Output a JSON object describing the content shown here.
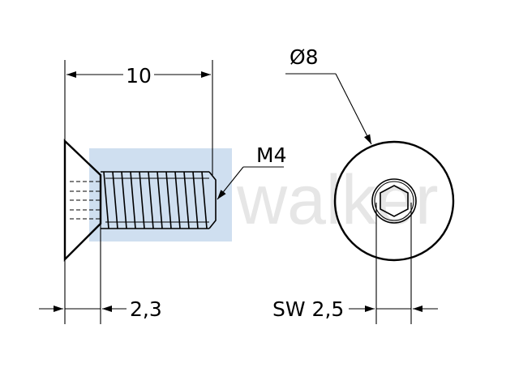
{
  "dimensions": {
    "length": "10",
    "thread": "M4",
    "head_height": "2,3",
    "head_diameter": "Ø8",
    "socket_size": "SW 2,5"
  },
  "watermark": {
    "text": "walker",
    "box_color": "#cfdff0",
    "text_color": "#e6e6e6"
  },
  "colors": {
    "line": "#000000",
    "background": "#ffffff"
  }
}
